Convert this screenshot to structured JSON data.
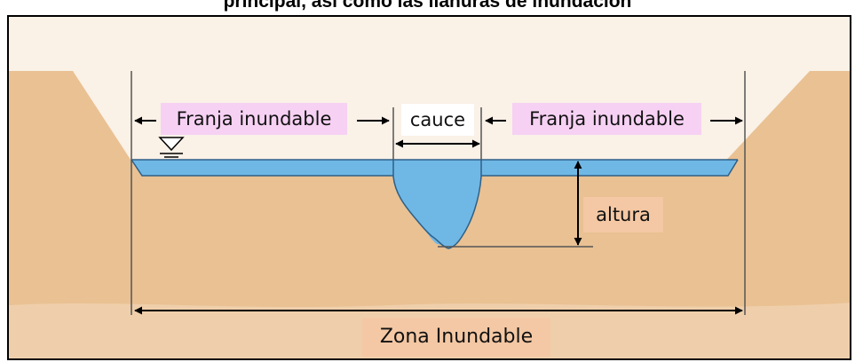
{
  "caption": "principal, así como las llanuras de inundación",
  "labels": {
    "franja_left": "Franja inundable",
    "cauce": "cauce",
    "franja_right": "Franja inundable",
    "altura": "altura",
    "zona": "Zona Inundable"
  },
  "colors": {
    "background": "#faf1e7",
    "soil": "#e9c193",
    "water": "#6fb8e6",
    "label_pink": "#f6d1f3",
    "label_orange": "#f4c8a4"
  },
  "icons": [
    "water-level-icon"
  ]
}
